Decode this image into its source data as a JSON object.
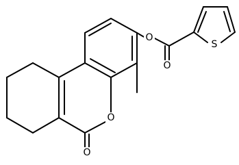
{
  "molecule": {
    "atom_labels": {
      "ester_oxygen": "O",
      "carbonyl_oxygen_ester": "O",
      "thiophene_sulfur": "S",
      "ring_oxygen": "O",
      "lactone_carbonyl_oxygen": "O"
    }
  }
}
